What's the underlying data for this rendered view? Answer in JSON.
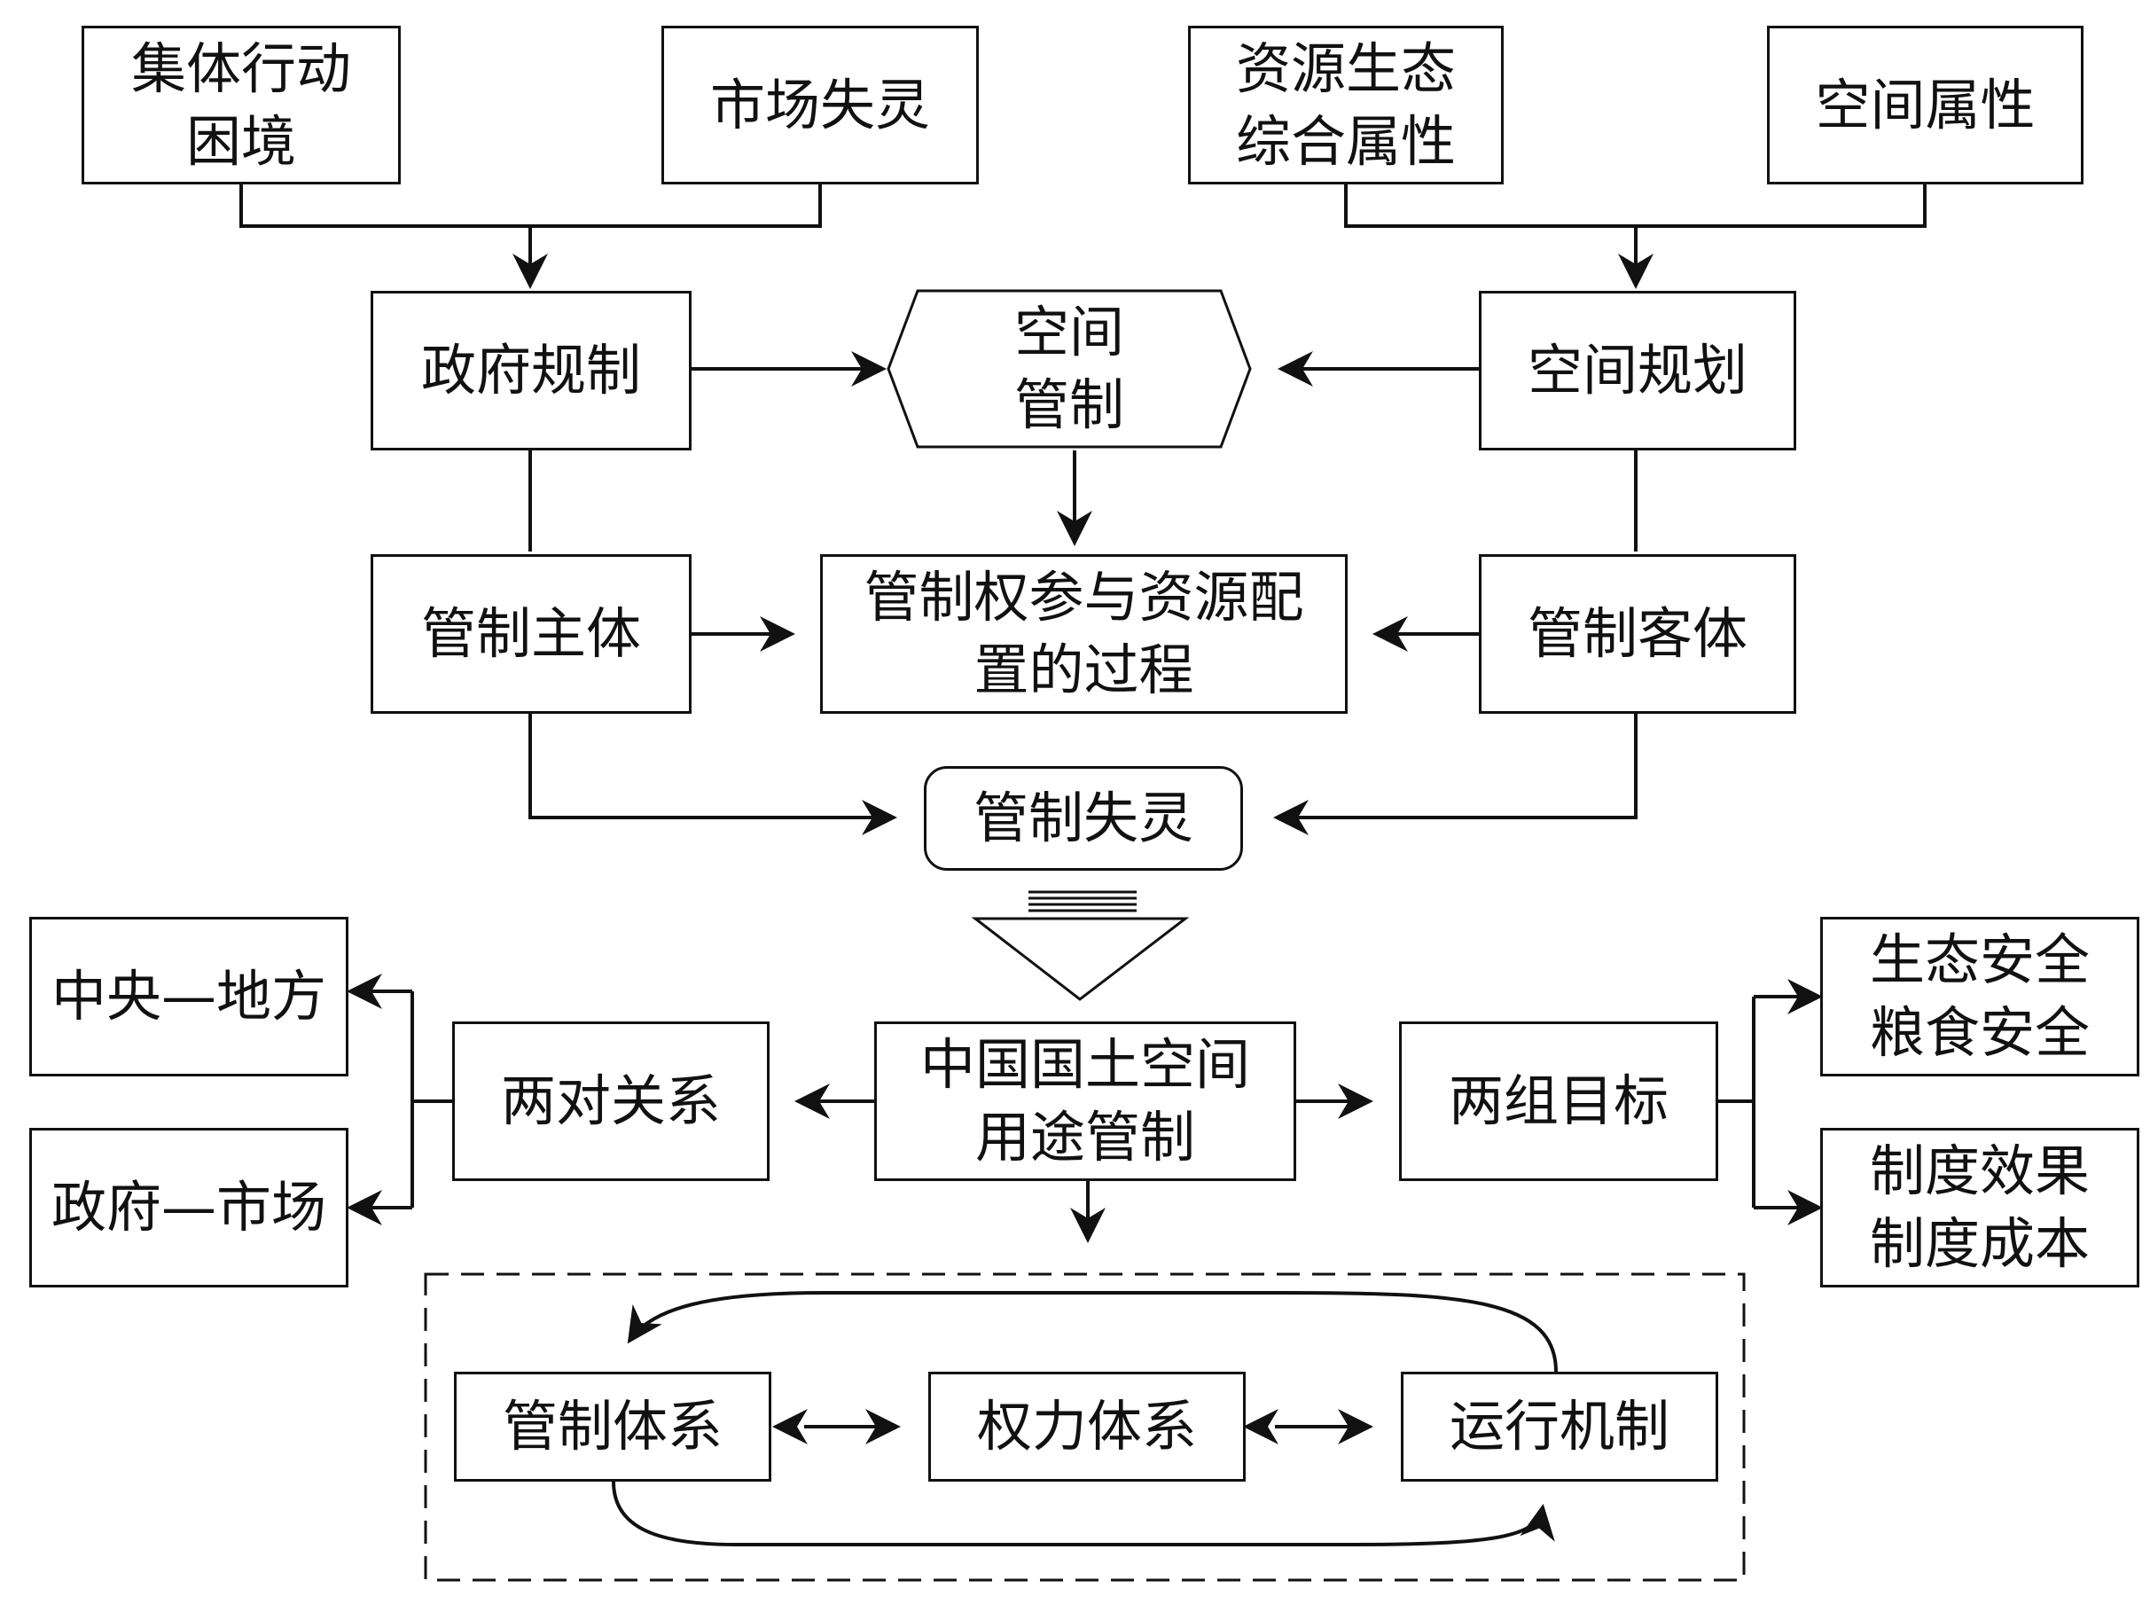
{
  "diagram": {
    "problems": {
      "collective_action": "集体行动\n困境",
      "market_failure": "市场失灵",
      "resource_ecology": "资源生态\n综合属性",
      "spatial_attribute": "空间属性"
    },
    "government_regulation": "政府规制",
    "spatial_control": "空间\n管制",
    "spatial_planning": "空间规划",
    "control_subject": "管制主体",
    "control_process": "管制权参与资源配\n置的过程",
    "control_object": "管制客体",
    "control_failure": "管制失灵",
    "china_control": "中国国土空间\n用途管制",
    "two_relations": "两对关系",
    "central_local": "中央—地方",
    "gov_market": "政府—市场",
    "two_goals": "两组目标",
    "safety_goal": "生态安全\n粮食安全",
    "institution_goal": "制度效果\n制度成本",
    "control_system": "管制体系",
    "power_system": "权力体系",
    "operation_mechanism": "运行机制"
  },
  "colors": {
    "stroke": "#111111",
    "background": "#ffffff"
  }
}
